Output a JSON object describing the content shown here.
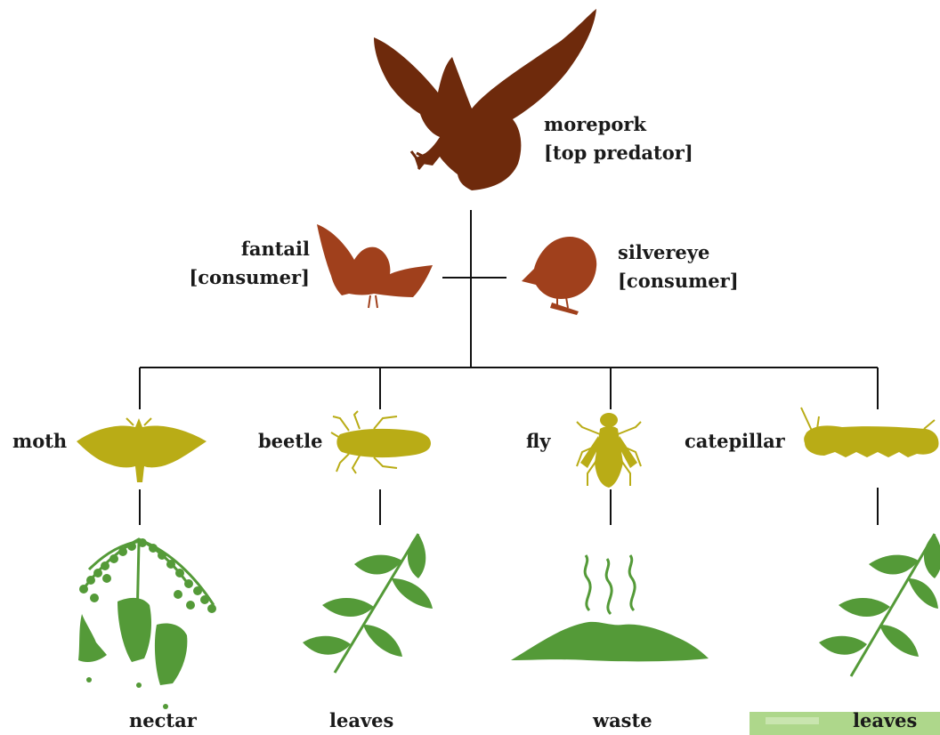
{
  "colors": {
    "line": "#111111",
    "predator": "#6e2a0c",
    "consumer": "#a0401c",
    "insect": "#b9ac16",
    "plant": "#549a38",
    "watermark": "#8cc65a"
  },
  "nodes": {
    "morepork": {
      "name": "morepork",
      "role": "[top predator]",
      "icon": "owl-icon"
    },
    "fantail": {
      "name": "fantail",
      "role": "[consumer]",
      "icon": "fantail-icon"
    },
    "silvereye": {
      "name": "silvereye",
      "role": "[consumer]",
      "icon": "silvereye-icon"
    },
    "moth": {
      "name": "moth",
      "icon": "moth-icon"
    },
    "beetle": {
      "name": "beetle",
      "icon": "beetle-icon"
    },
    "fly": {
      "name": "fly",
      "icon": "fly-icon"
    },
    "catepillar": {
      "name": "catepillar",
      "icon": "caterpillar-icon"
    },
    "nectar": {
      "name": "nectar",
      "icon": "flower-icon"
    },
    "leaves1": {
      "name": "leaves",
      "icon": "leaf-branch-icon"
    },
    "waste": {
      "name": "waste",
      "icon": "waste-icon"
    },
    "leaves2": {
      "name": "leaves",
      "icon": "leaf-branch-icon"
    }
  }
}
